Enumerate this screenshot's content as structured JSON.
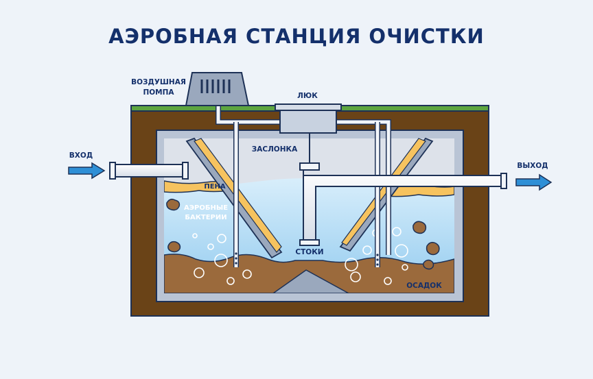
{
  "title": "АЭРОБНАЯ СТАНЦИЯ ОЧИСТКИ",
  "labels": {
    "air_pump_line1": "ВОЗДУШНАЯ",
    "air_pump_line2": "ПОМПА",
    "hatch": "ЛЮК",
    "inlet": "ВХОД",
    "outlet": "ВЫХОД",
    "damper": "ЗАСЛОНКА",
    "foam": "ПЕНА",
    "bacteria_line1": "АЭРОБНЫЕ",
    "bacteria_line2": "БАКТЕРИИ",
    "drains": "СТОКИ",
    "sediment": "ОСАДОК"
  },
  "colors": {
    "navy": "#14306b",
    "outline": "#1d3156",
    "soil": "#6a4317",
    "grass": "#5da540",
    "tank": "#b9c4d5",
    "air": "#dde2ea",
    "water_top": "#d8eefb",
    "water_bottom": "#93cbef",
    "foam": "#f6c35f",
    "sediment": "#9b6a3c",
    "arrow": "#2e8fd6",
    "pipe": "#f2f5f9",
    "bubble": "#ffffff"
  },
  "icons": {
    "inlet_arrow": "arrow-right-icon",
    "outlet_arrow": "arrow-right-icon"
  }
}
